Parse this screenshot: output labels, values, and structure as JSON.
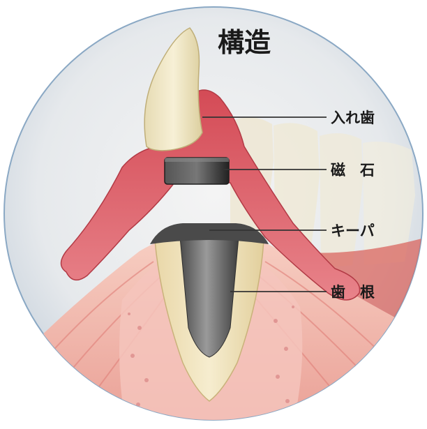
{
  "title": "構造",
  "labels": {
    "denture": "入れ歯",
    "magnet": "磁　石",
    "keeper": "キーパ",
    "root": "歯　根"
  },
  "colors": {
    "gum_pink": "#e56a73",
    "gum_tissue": "#f2b0a8",
    "tooth_ivory": "#f0e6c2",
    "magnet_dark": "#3a3a3a",
    "keeper_metal": "#6b6b6b",
    "frame_blue": "#8aa8c4"
  }
}
